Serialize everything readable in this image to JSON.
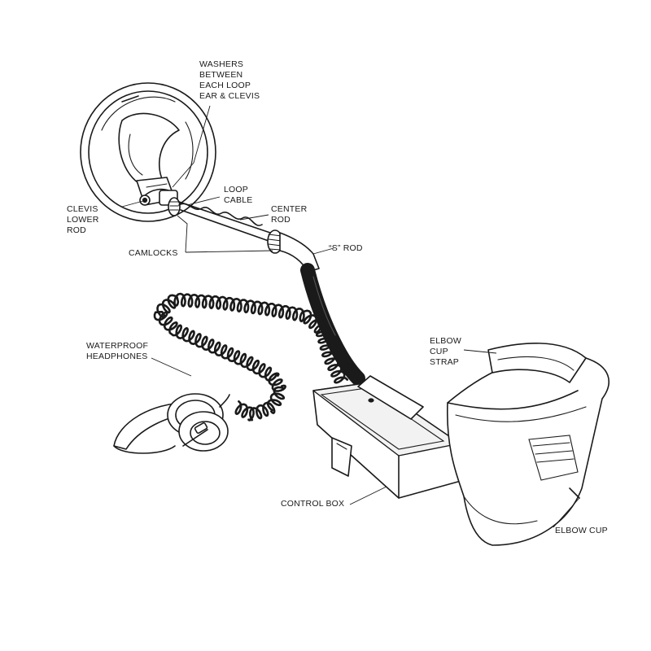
{
  "labels": {
    "washers": [
      "WASHERS",
      "BETWEEN",
      "EACH LOOP",
      "EAR & CLEVIS"
    ],
    "clevis": [
      "CLEVIS",
      "LOWER",
      "ROD"
    ],
    "loop_cable": [
      "LOOP",
      "CABLE"
    ],
    "center_rod": [
      "CENTER",
      "ROD"
    ],
    "camlocks": "CAMLOCKS",
    "s_rod": "“S” ROD",
    "headphones": [
      "WATERPROOF",
      "HEADPHONES"
    ],
    "elbow_cup_strap": [
      "ELBOW",
      "CUP",
      "STRAP"
    ],
    "control_box": "CONTROL BOX",
    "elbow_cup": "ELBOW CUP"
  },
  "colors": {
    "ink": "#1a1a1a",
    "paper": "#ffffff"
  }
}
